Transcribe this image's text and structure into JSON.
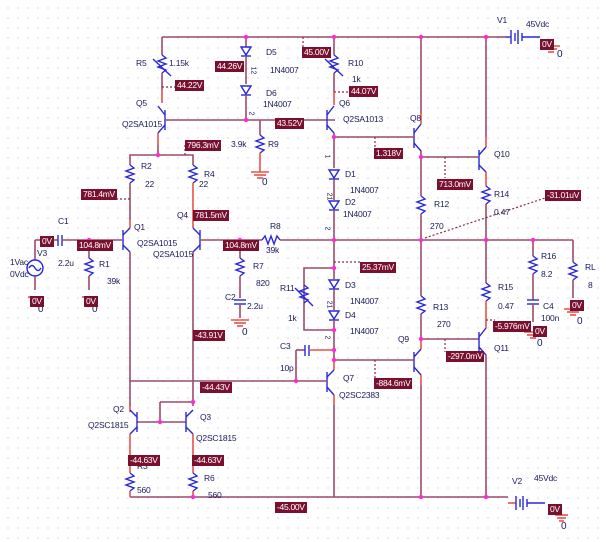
{
  "components": {
    "V1": {
      "name": "V1",
      "value": "45Vdc"
    },
    "V2": {
      "name": "V2",
      "value": "45Vdc"
    },
    "V3": {
      "name": "V3",
      "ac": "1Vac",
      "dc": "0Vdc"
    },
    "R1": {
      "name": "R1",
      "value": "39k"
    },
    "R2": {
      "name": "R2",
      "value": "22"
    },
    "R3": {
      "name": "R3",
      "value": "560"
    },
    "R4": {
      "name": "R4",
      "value": "22"
    },
    "R5": {
      "name": "R5",
      "value": "1.15k"
    },
    "R6": {
      "name": "R6",
      "value": "560"
    },
    "R7": {
      "name": "R7",
      "value": "820"
    },
    "R8": {
      "name": "R8",
      "value": "39k"
    },
    "R9": {
      "name": "R9",
      "value": "3.9k"
    },
    "R10": {
      "name": "R10",
      "value": "1k"
    },
    "R11": {
      "name": "R11",
      "value": "1k"
    },
    "R12": {
      "name": "R12",
      "value": "270"
    },
    "R13": {
      "name": "R13",
      "value": "270"
    },
    "R14": {
      "name": "R14",
      "value": "0.47"
    },
    "R15": {
      "name": "R15",
      "value": "0.47"
    },
    "R16": {
      "name": "R16",
      "value": "8.2"
    },
    "RL": {
      "name": "RL",
      "value": "8"
    },
    "C1": {
      "name": "C1",
      "value": "2.2u"
    },
    "C2": {
      "name": "C2",
      "value": "2.2u"
    },
    "C3": {
      "name": "C3",
      "value": "10p"
    },
    "C4": {
      "name": "C4",
      "value": "100n"
    },
    "D1": {
      "name": "D1",
      "part": "1N4007"
    },
    "D2": {
      "name": "D2",
      "part": "1N4007"
    },
    "D3": {
      "name": "D3",
      "part": "1N4007"
    },
    "D4": {
      "name": "D4",
      "part": "1N4007"
    },
    "D5": {
      "name": "D5",
      "part": "1N4007"
    },
    "D6": {
      "name": "D6",
      "part": "1N4007"
    },
    "Q1": {
      "name": "Q1",
      "part": "Q2SA1015"
    },
    "Q2": {
      "name": "Q2",
      "part": "Q2SC1815"
    },
    "Q3": {
      "name": "Q3",
      "part": "Q2SC1815"
    },
    "Q4": {
      "name": "Q4",
      "part": "Q2SA1015"
    },
    "Q5": {
      "name": "Q5",
      "part": "Q2SA1015"
    },
    "Q6": {
      "name": "Q6",
      "part": "Q2SA1013"
    },
    "Q7": {
      "name": "Q7",
      "part": "Q2SC2383"
    },
    "Q8": {
      "name": "Q8"
    },
    "Q9": {
      "name": "Q9"
    },
    "Q10": {
      "name": "Q10"
    },
    "Q11": {
      "name": "Q11"
    }
  },
  "ground_label": "0",
  "pin_labels": {
    "one": "1",
    "two": "2",
    "twelve": "12",
    "twentyone": "21"
  },
  "voltages": {
    "v1_gnd": "0V",
    "v2_gnd": "0V",
    "v3_out": "0V",
    "v3_gnd": "0V",
    "r1_gnd": "0V",
    "c4_gnd": "0V",
    "rl_gnd": "0V",
    "rail_pos": "45.00V",
    "d5_d6_mid": "44.26V",
    "r5_q5e": "44.22V",
    "r10_q6e": "44.07V",
    "q5_q6_base": "43.52V",
    "q5_collector": "796.3mV",
    "q1_emitter": "781.4mV",
    "q4_emitter": "781.5mV",
    "q1_base": "104.8mV",
    "q4_base": "104.8mV",
    "d1_anode": "1.318V",
    "q8_emitter": "713.0mV",
    "output": "-31.01uV",
    "d3_anode": "25.37mV",
    "q4_collector": "-43.91V",
    "q7_base": "-44.43V",
    "q7_collector": "-884.6mV",
    "q9_emitter": "-297.0mV",
    "q11_emitter": "-5.976mV",
    "q2_emitter": "-44.63V",
    "q3_emitter": "-44.63V",
    "rail_neg": "-45.00V"
  }
}
